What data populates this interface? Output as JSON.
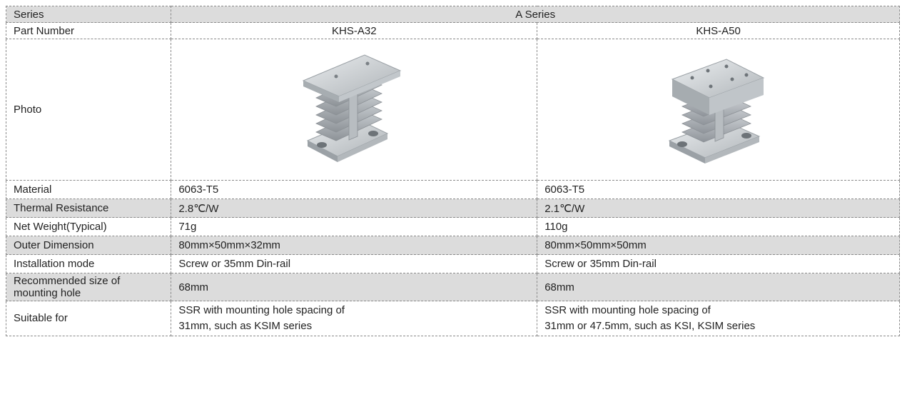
{
  "table": {
    "rows": {
      "series": {
        "label": "Series",
        "value": "A Series"
      },
      "part_number": {
        "label": "Part Number",
        "a": "KHS-A32",
        "b": "KHS-A50"
      },
      "photo": {
        "label": "Photo",
        "a_alt": "KHS-A32 heatsink photo",
        "b_alt": "KHS-A50 heatsink photo"
      },
      "material": {
        "label": "Material",
        "a": "6063-T5",
        "b": "6063-T5"
      },
      "thermal": {
        "label": "Thermal Resistance",
        "a": "2.8℃/W",
        "b": "2.1℃/W"
      },
      "weight": {
        "label": "Net Weight(Typical)",
        "a": "71g",
        "b": "110g"
      },
      "dimension": {
        "label": "Outer Dimension",
        "a": "80mm×50mm×32mm",
        "b": "80mm×50mm×50mm"
      },
      "installation": {
        "label": "Installation mode",
        "a": "Screw or 35mm Din-rail",
        "b": "Screw or 35mm Din-rail"
      },
      "mounting_hole": {
        "label_line1": "Recommended size of",
        "label_line2": "mounting hole",
        "a": "68mm",
        "b": "68mm"
      },
      "suitable": {
        "label": "Suitable for",
        "a_line1": "SSR with mounting hole spacing of",
        "a_line2": "31mm, such as KSIM series",
        "b_line1": "SSR with mounting hole spacing of",
        "b_line2": "31mm or 47.5mm, such as KSI, KSIM series"
      }
    }
  }
}
